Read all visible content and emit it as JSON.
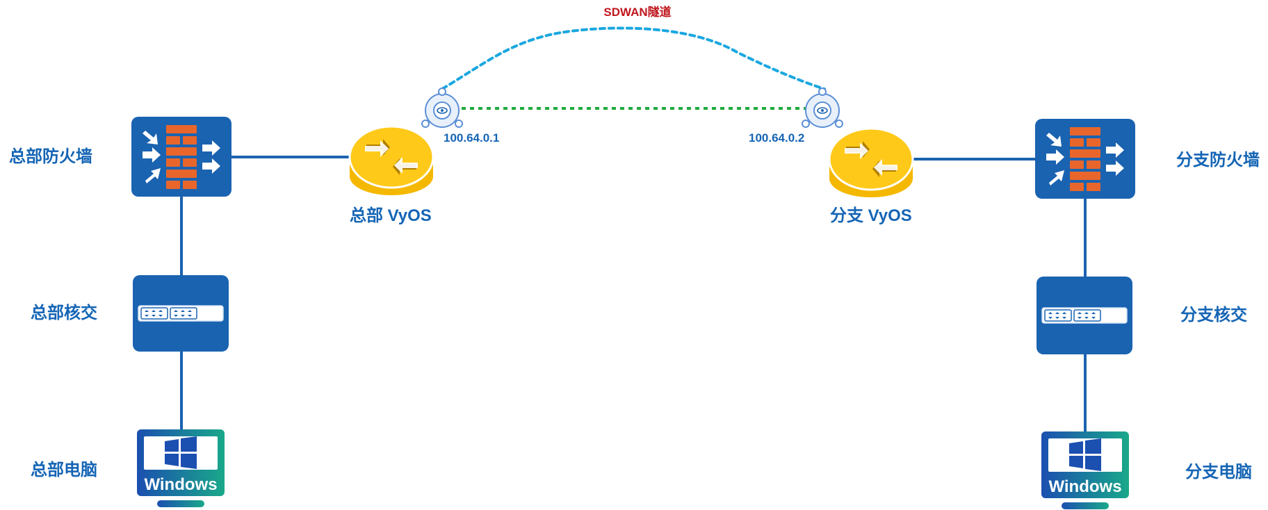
{
  "tunnel": {
    "label": "SDWAN隧道"
  },
  "hq": {
    "firewall_label": "总部防火墙",
    "router_label": "总部 VyOS",
    "router_ip": "100.64.0.1",
    "core_switch_label": "总部核交",
    "pc_label": "总部电脑",
    "pc_screen_text": "Windows"
  },
  "branch": {
    "firewall_label": "分支防火墙",
    "router_label": "分支 VyOS",
    "router_ip": "100.64.0.2",
    "core_switch_label": "分支核交",
    "pc_label": "分支电脑",
    "pc_screen_text": "Windows"
  },
  "colors": {
    "device_blue": "#1a63b0",
    "link_blue": "#1a63b0",
    "tunnel_dashed": "#1aa7e0",
    "direct_dotted": "#1eaa3c",
    "router_gold": "#f5b800",
    "firewall_brick": "#e8662c",
    "label_blue": "#1565b5",
    "tunnel_label_red": "#c0161d"
  },
  "icons": {
    "firewall": "firewall-icon",
    "router": "router-icon",
    "switch": "switch-icon",
    "pc": "windows-pc-icon",
    "tunnel_endpoint": "tunnel-endpoint-icon"
  }
}
